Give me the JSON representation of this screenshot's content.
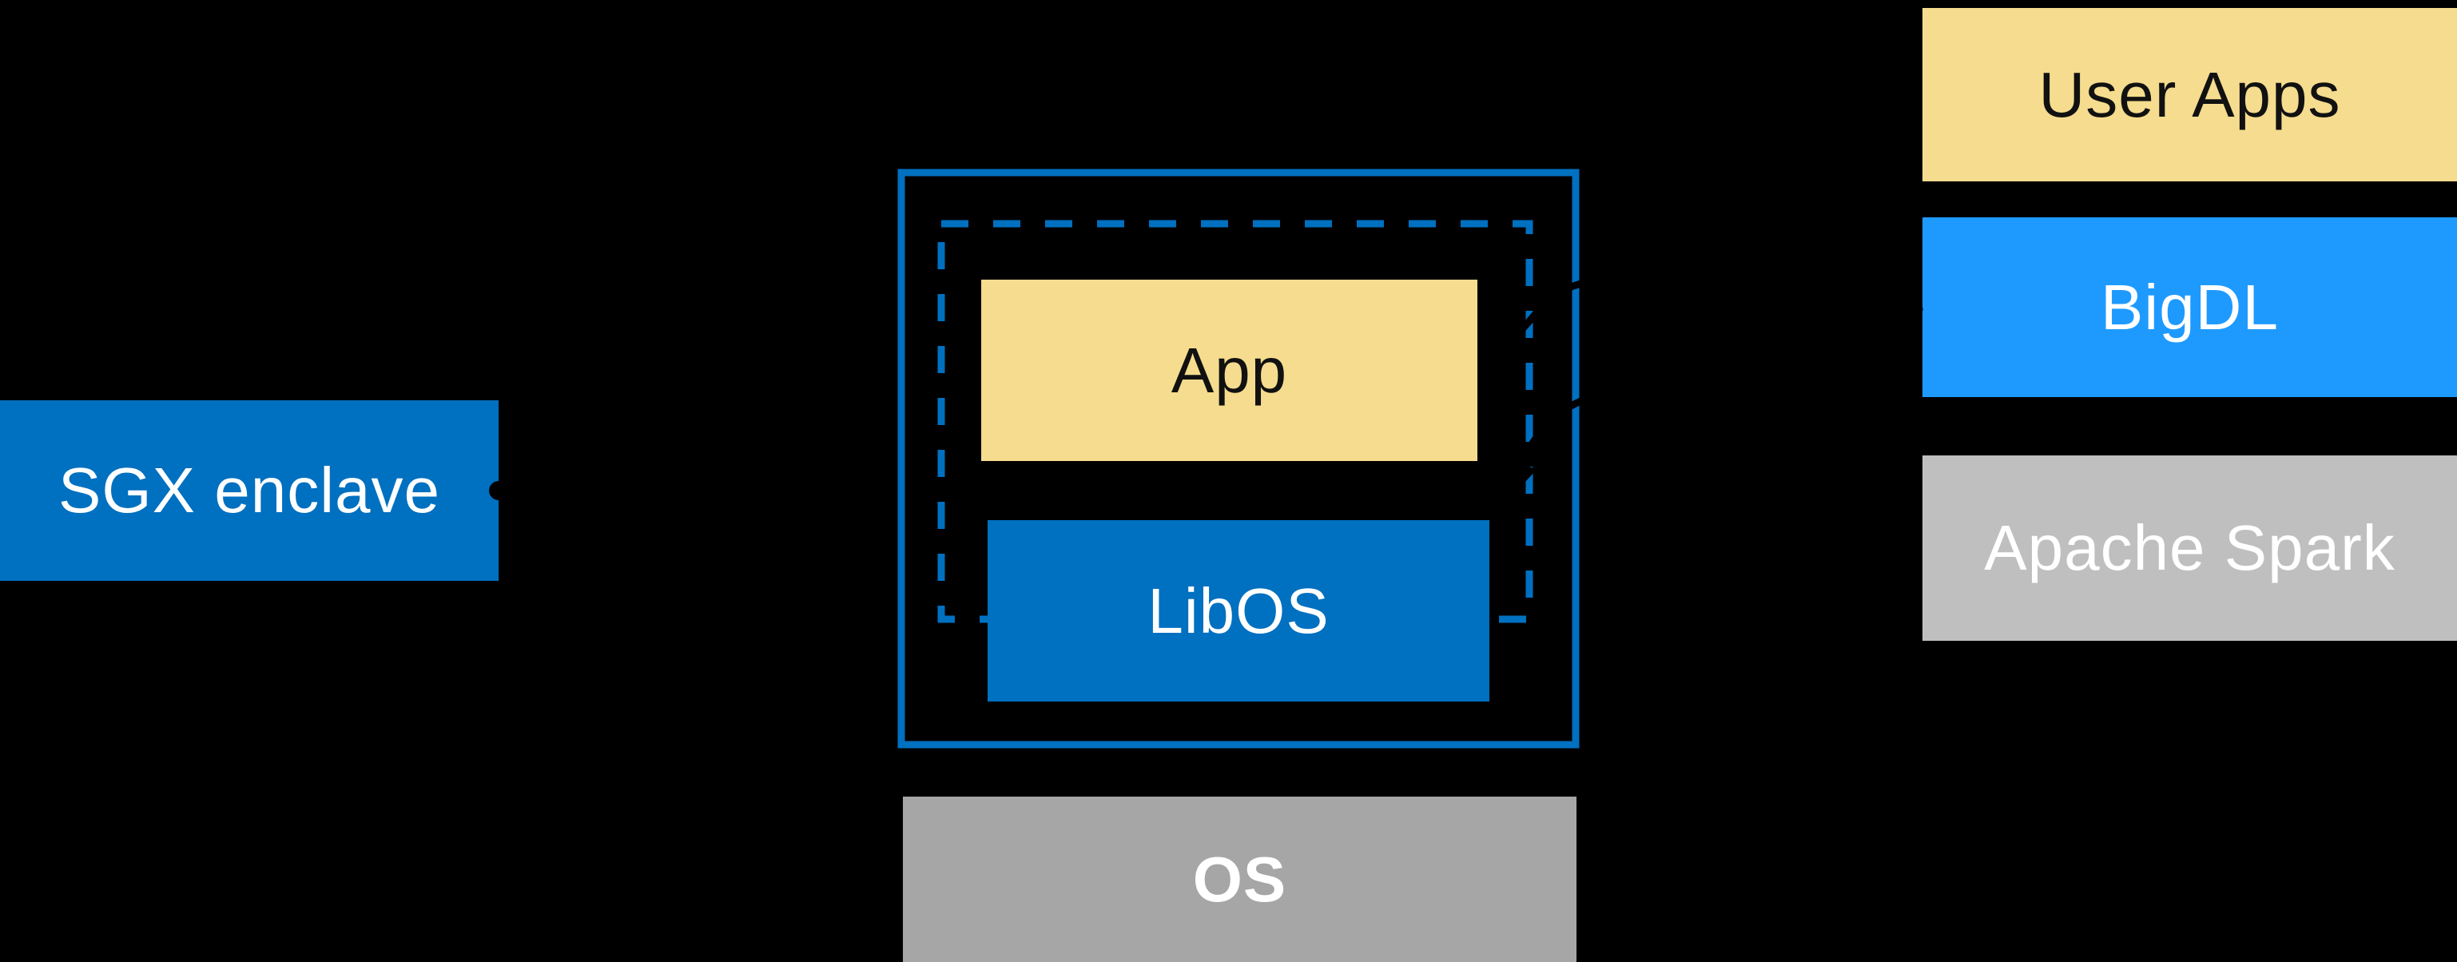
{
  "diagram": {
    "background_color": "#000000",
    "colors": {
      "intel_blue": "#0070C0",
      "bright_blue": "#1E9AFF",
      "yellow": "#F5DC8E",
      "gray_light": "#BFBFBF",
      "gray_dark": "#A6A6A6",
      "connector_black": "#000000",
      "text_white": "#FFFFFF",
      "text_black": "#111111"
    },
    "sgx_callout": {
      "label": "SGX enclave"
    },
    "enclave_group": {
      "app_label": "App",
      "libos_label": "LibOS",
      "os_label": "OS"
    },
    "right_stack": [
      {
        "label": "User Apps"
      },
      {
        "label": "BigDL"
      },
      {
        "label": "Apache Spark"
      }
    ]
  }
}
